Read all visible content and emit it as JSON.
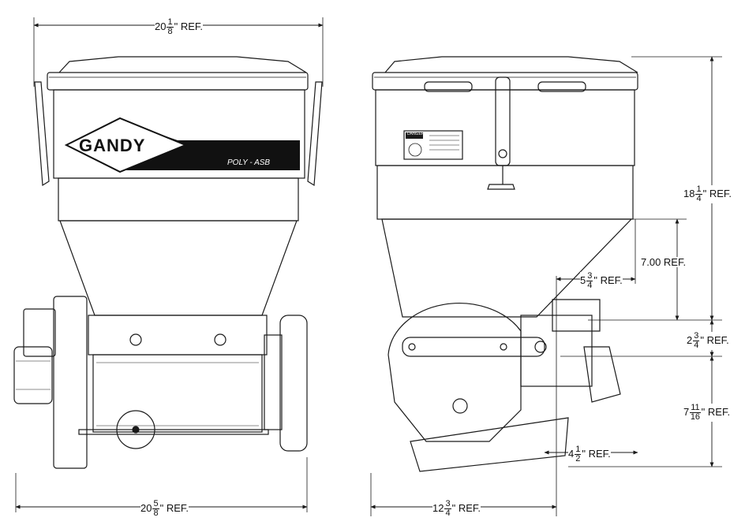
{
  "brand": {
    "name": "GANDY",
    "model": "POLY - ASB"
  },
  "dimensions": {
    "front_top_width": {
      "whole": "20",
      "num": "1",
      "den": "8",
      "suffix": "\" REF."
    },
    "front_bottom_width": {
      "whole": "20",
      "num": "5",
      "den": "8",
      "suffix": "\" REF."
    },
    "side_bottom_width": {
      "whole": "12",
      "num": "3",
      "den": "4",
      "suffix": "\" REF."
    },
    "overall_height": {
      "whole": "18",
      "num": "1",
      "den": "4",
      "suffix": "\" REF."
    },
    "hopper_height": {
      "text": "7.00 REF."
    },
    "outlet_offset": {
      "whole": "5",
      "num": "3",
      "den": "4",
      "suffix": "\" REF."
    },
    "drive_height": {
      "whole": "2",
      "num": "3",
      "den": "4",
      "suffix": "\" REF."
    },
    "base_height": {
      "whole": "7",
      "num": "11",
      "den": "16",
      "suffix": "\" REF."
    },
    "base_offset": {
      "whole": "4",
      "num": "1",
      "den": "2",
      "suffix": "\" REF."
    }
  },
  "labels": {
    "danger_title": "DANGER"
  },
  "colors": {
    "line": "#1a1a1a",
    "logo_fill": "#111111",
    "background": "#ffffff"
  }
}
